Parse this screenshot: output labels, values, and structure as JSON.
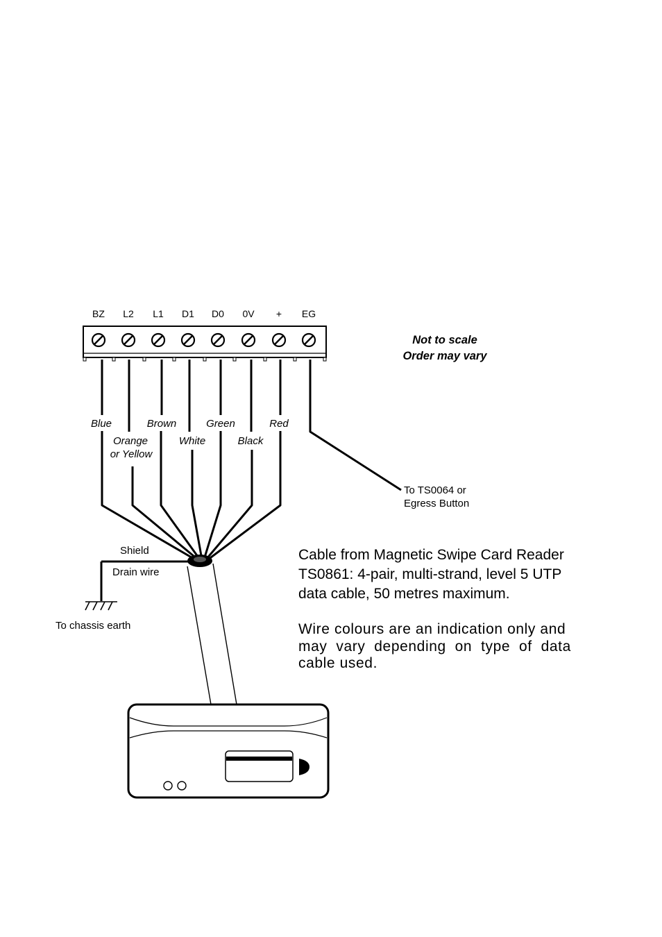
{
  "terminals": [
    "BZ",
    "L2",
    "L1",
    "D1",
    "D0",
    "0V",
    "+",
    "EG"
  ],
  "wires": [
    {
      "terminal": "BZ",
      "color_label": "Blue"
    },
    {
      "terminal": "L2",
      "color_label": "Orange",
      "color_label_2": "or Yellow"
    },
    {
      "terminal": "L1",
      "color_label": "Brown"
    },
    {
      "terminal": "D1",
      "color_label": "White"
    },
    {
      "terminal": "D0",
      "color_label": "Green"
    },
    {
      "terminal": "0V",
      "color_label": "Black"
    },
    {
      "terminal": "+",
      "color_label": "Red"
    }
  ],
  "notes": {
    "line1": "Not to scale",
    "line2": "Order may vary"
  },
  "egress": {
    "line1": "To  TS0064  or",
    "line2": "Egress Button"
  },
  "shield": {
    "shield_label": "Shield",
    "drain_label": "Drain wire",
    "earth_label": "To chassis earth"
  },
  "description": {
    "line1": "Cable from Magnetic Swipe Card Reader",
    "line2": "TS0861: 4-pair, multi-strand, level 5 UTP",
    "line3": "data cable, 50 metres maximum.",
    "line4": "Wire colours are an indication only and",
    "line5": "may  vary  depending  on  type  of  data",
    "line6": "cable used."
  }
}
